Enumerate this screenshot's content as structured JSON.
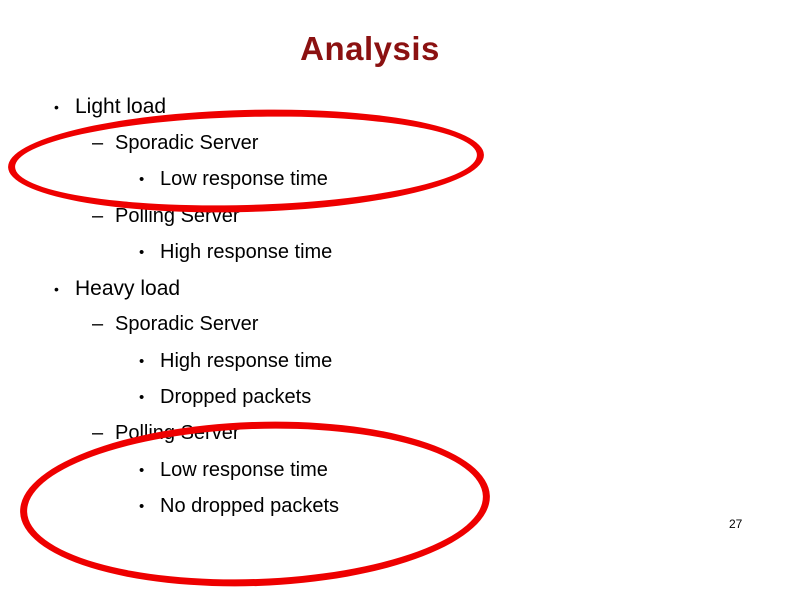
{
  "slide": {
    "title": "Analysis",
    "page_number": "27",
    "colors": {
      "title_text": "#8b1111",
      "body_text": "#000000",
      "annotation_stroke": "#ee0000",
      "background": "#ffffff"
    },
    "bullets": [
      {
        "level": 1,
        "marker": "•",
        "text": "Light load"
      },
      {
        "level": 2,
        "marker": "–",
        "text": "Sporadic Server"
      },
      {
        "level": 3,
        "marker": "•",
        "text": "Low response time"
      },
      {
        "level": 2,
        "marker": "–",
        "text": "Polling Server"
      },
      {
        "level": 3,
        "marker": "•",
        "text": "High response time"
      },
      {
        "level": 1,
        "marker": "•",
        "text": "Heavy load"
      },
      {
        "level": 2,
        "marker": "–",
        "text": "Sporadic Server"
      },
      {
        "level": 3,
        "marker": "•",
        "text": "High response time"
      },
      {
        "level": 3,
        "marker": "•",
        "text": "Dropped packets"
      },
      {
        "level": 2,
        "marker": "–",
        "text": "Polling Server"
      },
      {
        "level": 3,
        "marker": "•",
        "text": "Low response time"
      },
      {
        "level": 3,
        "marker": "•",
        "text": "No dropped packets"
      }
    ],
    "annotations": [
      {
        "shape": "ellipse",
        "circles": "Sporadic Server / Low response time under Light load"
      },
      {
        "shape": "ellipse",
        "circles": "Low response time / No dropped packets under Polling Server (Heavy load)"
      }
    ]
  }
}
